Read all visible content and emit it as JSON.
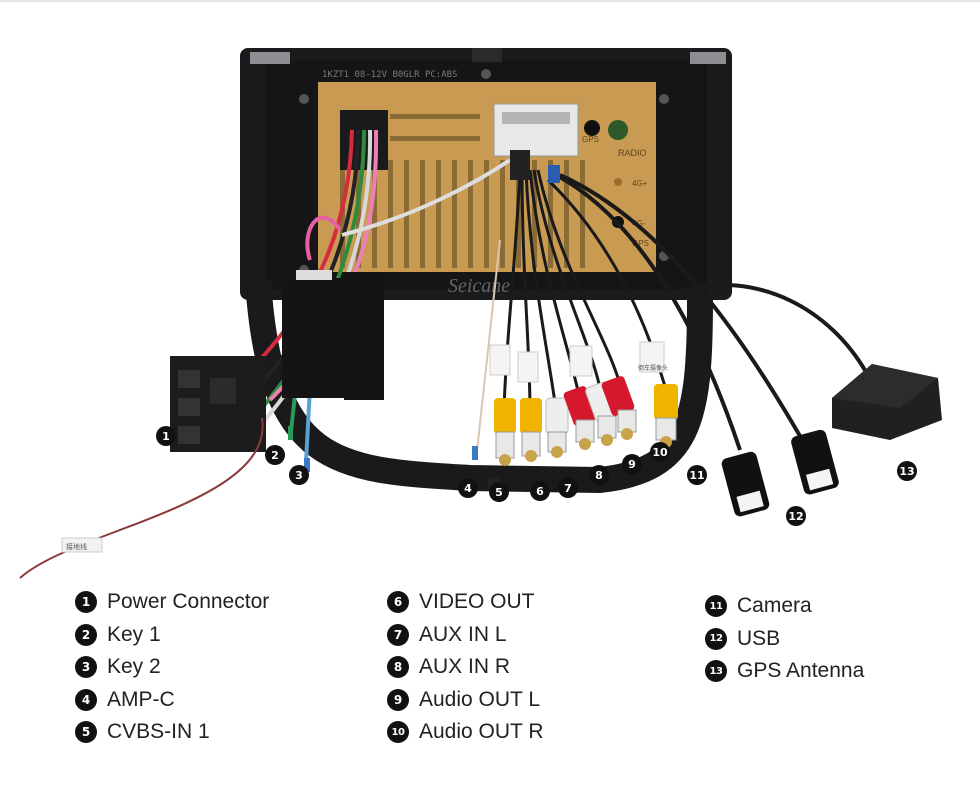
{
  "watermark": "Seicane",
  "panel_print": "1KZT1 08-12V B0GLR PC:ABS",
  "board_labels": [
    "GPS",
    "RADIO",
    "4G+",
    "4G-",
    "GPS"
  ],
  "tags": {
    "ground_wire": "接地线",
    "camera_cable": "倒车摄像头"
  },
  "legend": {
    "col1": [
      {
        "num": "1",
        "label": "Power Connector"
      },
      {
        "num": "2",
        "label": "Key 1"
      },
      {
        "num": "3",
        "label": "Key 2"
      },
      {
        "num": "4",
        "label": "AMP-C"
      },
      {
        "num": "5",
        "label": "CVBS-IN 1"
      }
    ],
    "col2": [
      {
        "num": "6",
        "label": "VIDEO OUT"
      },
      {
        "num": "7",
        "label": "AUX IN L"
      },
      {
        "num": "8",
        "label": "AUX IN R"
      },
      {
        "num": "9",
        "label": "Audio OUT L"
      },
      {
        "num": "10",
        "label": "Audio OUT R"
      }
    ],
    "col3": [
      {
        "num": "11",
        "label": "Camera"
      },
      {
        "num": "12",
        "label": "USB"
      },
      {
        "num": "13",
        "label": "GPS Antenna"
      }
    ]
  },
  "colors": {
    "housing": "#1b1b1d",
    "board": "#c99a52",
    "rca_yellow": "#f0b400",
    "rca_red": "#d6182c",
    "rca_white": "#eeeeee"
  }
}
